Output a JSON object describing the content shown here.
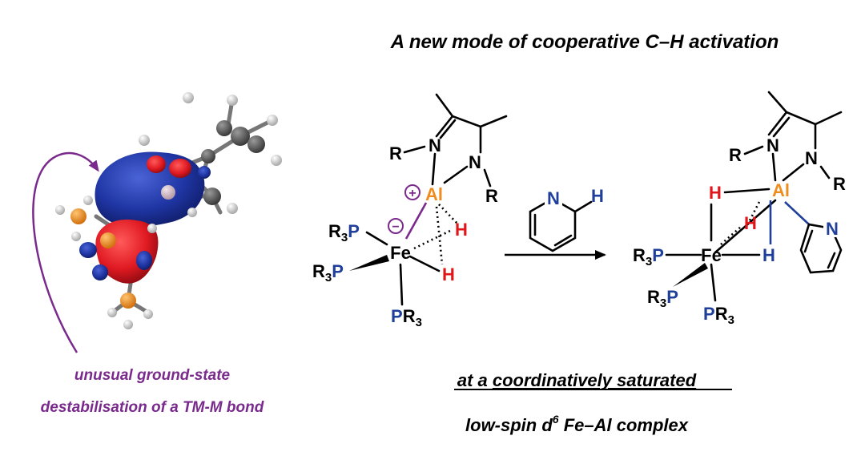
{
  "title": "A new mode of cooperative C–H activation",
  "caption": {
    "line1": "unusual ground-state",
    "line2": "destabilisation of a TM-M bond"
  },
  "bottom": {
    "line1_prefix": "at a ",
    "line1_underlined": "coordinatively saturated",
    "line2_prefix": "low-spin d",
    "line2_superscript": "6",
    "line2_suffix": " Fe–Al complex"
  },
  "labels": {
    "Al": "Al",
    "Fe": "Fe",
    "N": "N",
    "R": "R",
    "H": "H",
    "P": "P",
    "R3": "R",
    "three": "3",
    "plus": "+",
    "minus": "−"
  },
  "colors": {
    "aluminium": "#f08c1e",
    "phosphorus": "#1f3f9a",
    "hydrogen": "#e0161a",
    "highlight": "#7a2a8c",
    "orbital_blue": "#1f35a3",
    "orbital_red": "#e01a22"
  },
  "icons": [
    "molecular-orbital-render",
    "curved-arrow-icon",
    "reaction-arrow-icon",
    "pyridine-icon"
  ]
}
